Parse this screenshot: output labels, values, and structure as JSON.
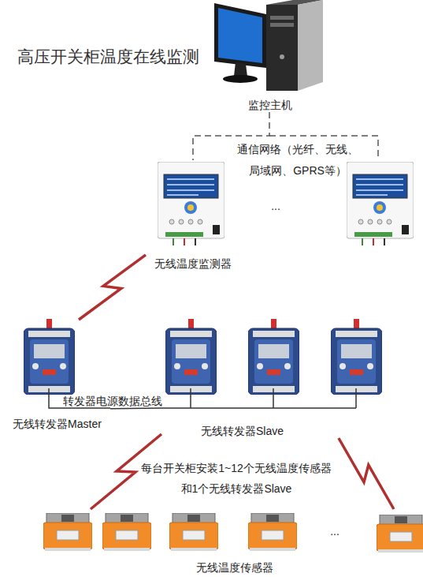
{
  "diagram": {
    "title": "高压开关柜温度在线监测",
    "nodes": [
      {
        "text": [
          "监控主机"
        ]
      },
      {
        "text": [
          "无线温度监测器"
        ]
      },
      {
        "text": [
          "无线转发器Master"
        ]
      },
      {
        "text": [
          "无线转发器Slave"
        ]
      },
      {
        "text": [
          "无线温度传感器"
        ]
      }
    ],
    "edges": [
      {
        "from": 0,
        "to": 1,
        "label": "通信网络（光纤、无线、 局域网、GPRS等）",
        "arrow": "none"
      },
      {
        "from": 1,
        "to": 2,
        "arrow": "none"
      },
      {
        "from": 2,
        "to": 3,
        "label": "转发器电源数据总线",
        "arrow": "none"
      },
      {
        "from": 3,
        "to": 4,
        "arrow": "none"
      },
      {
        "from": 3,
        "to": 4,
        "arrow": "none"
      }
    ],
    "labels": [
      "...",
      "每台开关柜安装1~12个无线温度传感器 和1个无线转发器Slave",
      "..."
    ]
  }
}
